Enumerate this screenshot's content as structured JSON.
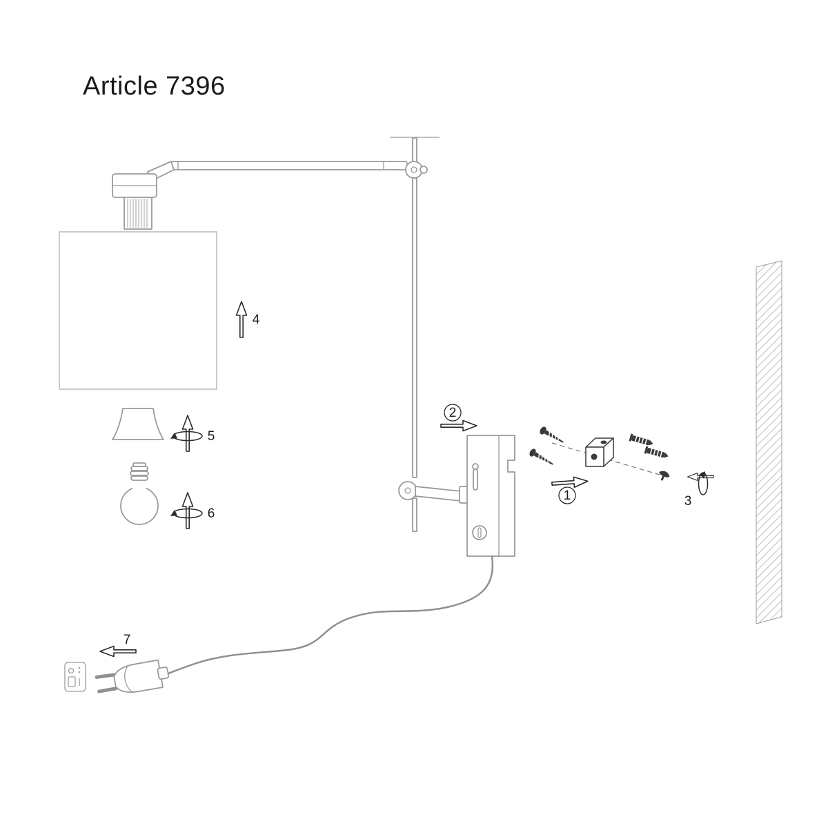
{
  "title": "Article 7396",
  "steps": [
    "1",
    "2",
    "3",
    "4",
    "5",
    "6",
    "7"
  ],
  "colors": {
    "line_gray": "#9a9a9a",
    "hardware_dark": "#3a3a3a",
    "arrow_outline": "#2a2a2a",
    "text": "#1c1c1c",
    "background": "#ffffff"
  }
}
